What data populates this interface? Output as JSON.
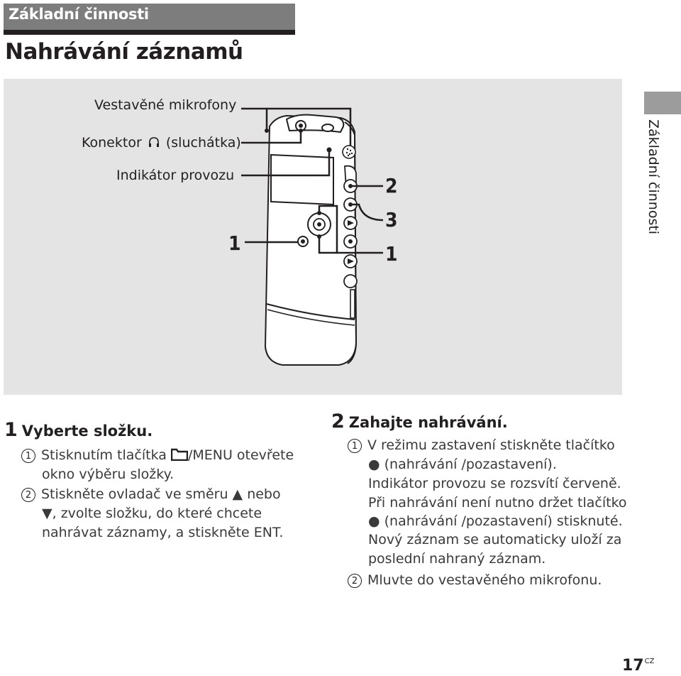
{
  "section": {
    "title": "Základní činnosti"
  },
  "page": {
    "title": "Nahrávání záznamů",
    "number": "17",
    "lang": "CZ"
  },
  "side_label": "Základní činnosti",
  "figure": {
    "callouts": {
      "mic": "Vestavěné mikrofony",
      "jack_prefix": "Konektor",
      "jack_suffix": "(sluchátka)",
      "indicator": "Indikátor provozu"
    },
    "numbers": {
      "left1": "1",
      "right2": "2",
      "right3": "3",
      "right1": "1"
    }
  },
  "step1": {
    "num": "1",
    "title": "Vyberte složku.",
    "sub1_marker": "1",
    "sub1_line1_pre": "Stisknutím tlačítka ",
    "sub1_line1_post": "/MENU otevřete",
    "sub1_line2": "okno výběru složky.",
    "sub2_marker": "2",
    "sub2_line1": "Stiskněte ovladač ve směru ▲ nebo",
    "sub2_line2": "▼, zvolte složku, do které chcete",
    "sub2_line3": "nahrávat záznamy, a stiskněte ENT."
  },
  "step2": {
    "num": "2",
    "title": "Zahajte nahrávání.",
    "sub1_marker": "1",
    "sub1_line1": "V režimu zastavení stiskněte tlačítko",
    "sub1_line2": "● (nahrávání /pozastavení).",
    "sub1_line3": "Indikátor provozu se rozsvítí červeně.",
    "sub1_line4": "Při nahrávání není nutno držet tlačítko",
    "sub1_line5": "● (nahrávání /pozastavení) stisknuté.",
    "sub1_line6": "Nový záznam se automaticky uloží za",
    "sub1_line7": "poslední nahraný záznam.",
    "sub2_marker": "2",
    "sub2_line1": "Mluvte do vestavěného mikrofonu."
  }
}
